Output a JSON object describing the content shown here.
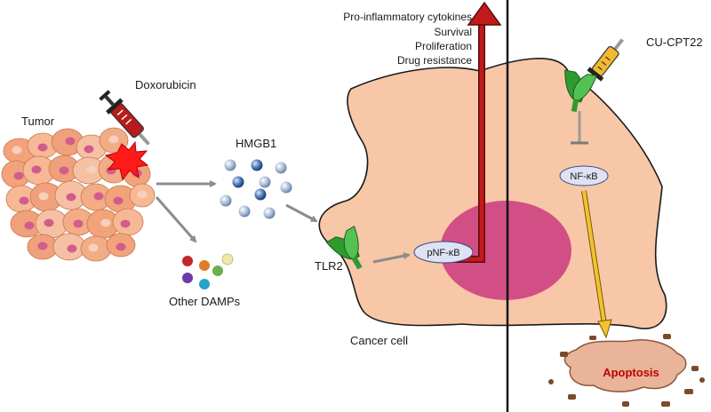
{
  "labels": {
    "tumor": "Tumor",
    "doxorubicin": "Doxorubicin",
    "hmgb1": "HMGB1",
    "other_damps": "Other DAMPs",
    "tlr2": "TLR2",
    "pnfkb": "pNF-κB",
    "nfkb": "NF-κB",
    "cu_cpt22": "CU-CPT22",
    "cancer_cell": "Cancer cell",
    "apoptosis": "Apoptosis"
  },
  "outcomes": [
    "Pro-inflammatory cytokines",
    "Survival",
    "Proliferation",
    "Drug resistance"
  ],
  "colors": {
    "cell_fill": "#f8c7a8",
    "cell_stroke": "#1a1a1a",
    "nucleus": "#d24f86",
    "tumor_cell": "#f3a37a",
    "tumor_nucleus": "#d25c8e",
    "receptor_green": "#2f9a2f",
    "signal_arrow": "#a31515",
    "apoptosis_text": "#c00000",
    "apoptosis_fill": "#e9b49a",
    "yellow_arrow": "#f2c230",
    "oval_fill": "#dde3f3",
    "oval_stroke": "#3b4a7a",
    "damp_red": "#c0282a",
    "damp_orange": "#e07a2a",
    "damp_green": "#6ab04c",
    "damp_yellow": "#efe7a8",
    "damp_purple": "#6b3ca8",
    "damp_teal": "#27a3c9"
  },
  "icons": [
    "syringe-icon",
    "burst-icon",
    "receptor-icon",
    "inhibitor-icon"
  ]
}
